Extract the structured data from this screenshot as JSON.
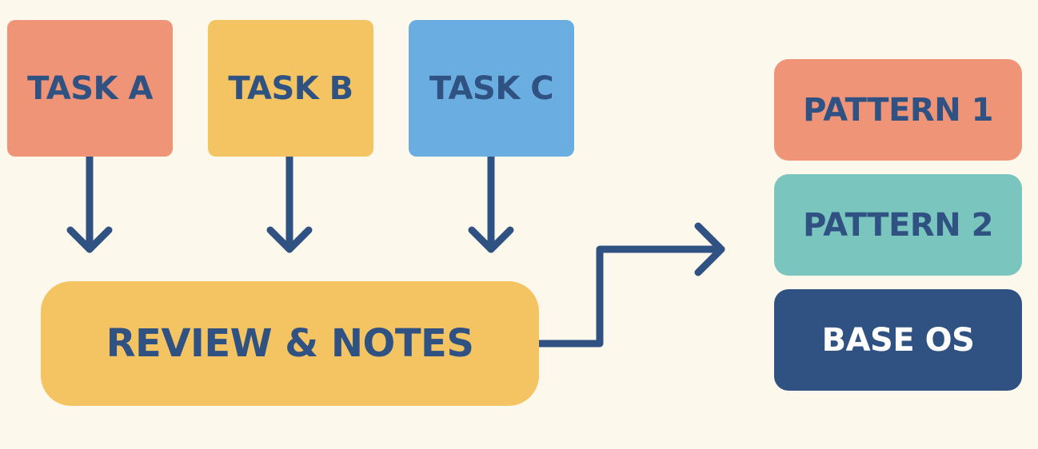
{
  "tasks": [
    {
      "label": "TASK A",
      "color": "#ef9477"
    },
    {
      "label": "TASK B",
      "color": "#f5c462"
    },
    {
      "label": "TASK C",
      "color": "#6aade0"
    }
  ],
  "review": {
    "label": "REVIEW & NOTES",
    "color": "#f5c462"
  },
  "patterns": [
    {
      "label": "PATTERN 1",
      "color": "#ef9477"
    },
    {
      "label": "PATTERN 2",
      "color": "#7ac6bf"
    },
    {
      "label": "BASE OS",
      "color": "#2f5282",
      "text_color": "#ffffff"
    }
  ],
  "colors": {
    "background": "#fdf8ec",
    "arrow": "#2f5282",
    "text": "#2f5282"
  }
}
